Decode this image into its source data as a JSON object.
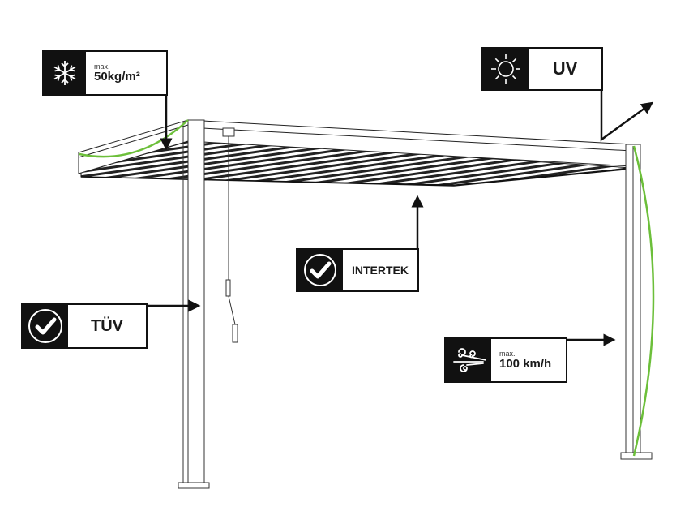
{
  "diagram": {
    "subject": "Louvered pergola",
    "accent_color": "#6cbf3a",
    "line_color": "#111111",
    "callouts": [
      {
        "id": "snow",
        "icon": "snowflake-icon",
        "prefix": "max.",
        "value": "50kg/m²",
        "points_to": "roof deflection"
      },
      {
        "id": "uv",
        "icon": "sun-icon",
        "value": "UV",
        "points_to": "roof surface"
      },
      {
        "id": "intertek",
        "icon": "checkmark-circle-icon",
        "value": "INTERTEK",
        "points_to": "louvers"
      },
      {
        "id": "tuv",
        "icon": "checkmark-circle-icon",
        "value": "TÜV",
        "points_to": "front post"
      },
      {
        "id": "wind",
        "icon": "wind-icon",
        "prefix": "max.",
        "value": "100 km/h",
        "points_to": "right post deflection"
      }
    ]
  }
}
